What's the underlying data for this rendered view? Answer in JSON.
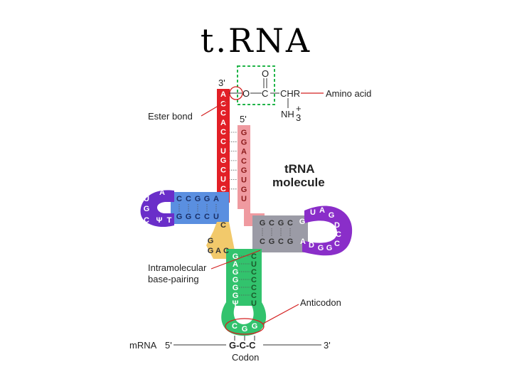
{
  "slide": {
    "title": "t.RNA"
  },
  "colors": {
    "acceptor": "#e21f26",
    "acceptor_5prime": "#ef9aa0",
    "d_arm": "#5a8fe0",
    "anticodon_arm": "#32c36d",
    "t_arm": "#9b9ba6",
    "variable_loop": "#f2c96b",
    "t_loop": "#8a2ec9",
    "d_loop": "#6a2ec9",
    "pair_line": "#555555",
    "red_annot": "#d42020",
    "green_box": "#22b54a"
  },
  "labels": {
    "three_prime": "3'",
    "five_prime": "5'",
    "ester_bond": "Ester bond",
    "amino_acid": "Amino acid",
    "chem_o_top": "O",
    "chem_o": "O",
    "chem_c": "C",
    "chem_chr": "CHR",
    "chem_nh": "NH",
    "chem_sub": "3",
    "chem_sup": "+",
    "molecule_line1": "tRNA",
    "molecule_line2": "molecule",
    "intramolecular_line1": "Intramolecular",
    "intramolecular_line2": "base-pairing",
    "anticodon": "Anticodon",
    "mrna": "mRNA",
    "mrna_5": "5'",
    "mrna_3": "3'",
    "codon_seq": "G-C-C",
    "codon": "Codon"
  },
  "sequence": {
    "acceptor_3": [
      "A",
      "C",
      "C",
      "A",
      "C",
      "C",
      "U",
      "G",
      "C",
      "U",
      "C"
    ],
    "acceptor_5": [
      "G",
      "G",
      "A",
      "C",
      "G",
      "U",
      "G",
      "U"
    ],
    "d_top": [
      "C",
      "C",
      "G",
      "G",
      "A"
    ],
    "d_bottom": [
      "G",
      "G",
      "C",
      "C",
      "U"
    ],
    "d_loop": [
      "A",
      "U",
      "G",
      "C",
      "Ψ",
      "T"
    ],
    "t_top": [
      "G",
      "C",
      "G",
      "C"
    ],
    "t_bottom": [
      "C",
      "G",
      "C",
      "G"
    ],
    "t_loop": [
      "G",
      "U",
      "A",
      "G",
      "D",
      "C",
      "C",
      "G",
      "G",
      "D",
      "A"
    ],
    "var_loop": [
      "C",
      "G",
      "G",
      "A",
      "C"
    ],
    "ac_left": [
      "G",
      "A",
      "G",
      "G",
      "G",
      "G",
      "Ψ"
    ],
    "ac_right": [
      "C",
      "U",
      "C",
      "C",
      "C",
      "C",
      "U"
    ],
    "anticodon": [
      "C",
      "G",
      "G"
    ]
  }
}
